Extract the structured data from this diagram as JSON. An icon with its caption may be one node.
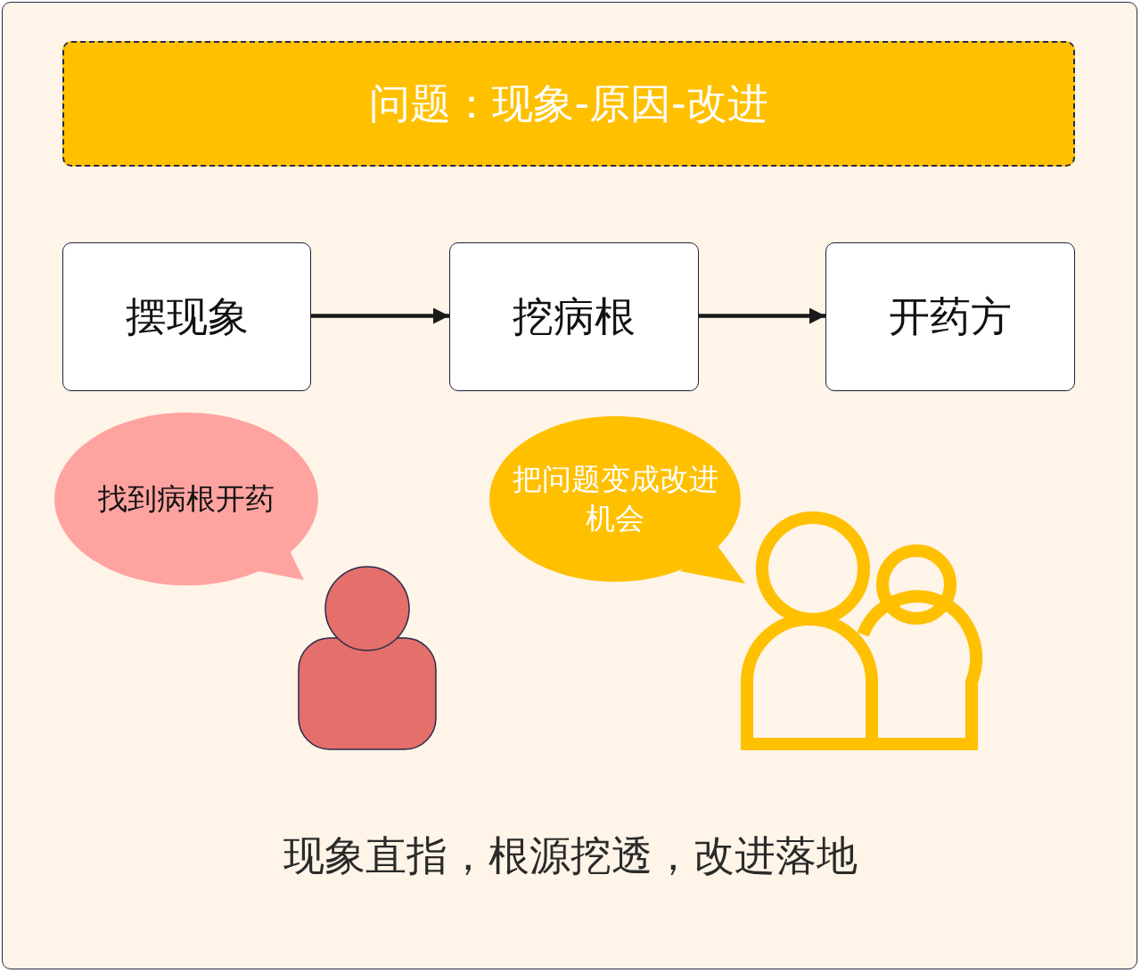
{
  "diagram": {
    "caption": "现象直指，根源挖透，改进落地",
    "nodes": [
      {
        "text": [
          "问题：现象-原因-改进"
        ]
      },
      {
        "text": [
          "摆现象"
        ]
      },
      {
        "text": [
          "挖病根"
        ]
      },
      {
        "text": [
          "开药方"
        ]
      },
      {
        "text": [
          "找到病根开药"
        ]
      },
      {
        "text": [
          "把问题变成改进机会"
        ]
      }
    ],
    "edges": [
      {
        "from": 1,
        "to": 2,
        "arrow": "to"
      },
      {
        "from": 2,
        "to": 3,
        "arrow": "to"
      }
    ]
  }
}
